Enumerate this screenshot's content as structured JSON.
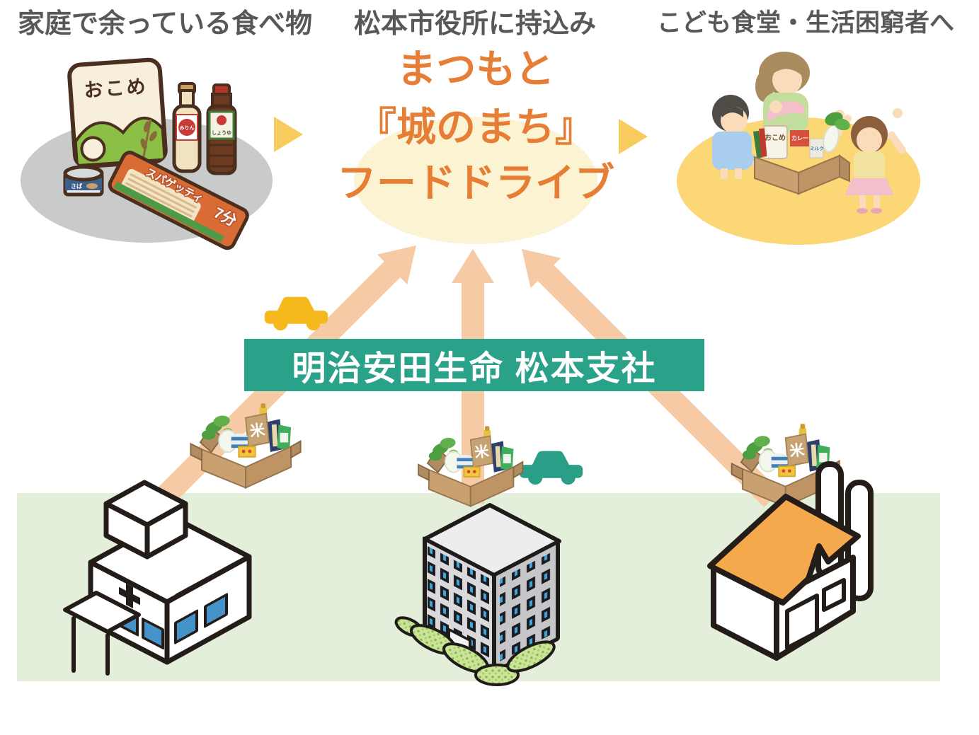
{
  "headings": {
    "left": "家庭で余っている食べ物",
    "center": "松本市役所に持込み",
    "right": "こども食堂・生活困窮者へ"
  },
  "title": {
    "line1": "まつもと",
    "line2": "『城のまち』",
    "line3": "フードドライブ"
  },
  "banner": {
    "label": "明治安田生命 松本支社"
  },
  "illustrations": {
    "left_foods": {
      "rice_bag": "おこめ",
      "mirin": "みりん",
      "soy_sauce": "しょうゆ",
      "canned_fish": "さば",
      "spaghetti": "スパゲッティ",
      "spaghetti_time": "7分"
    },
    "right_scene": {
      "rice_bag": "おこめ",
      "curry": "カレー",
      "milk": "ミルク"
    },
    "donation_box_mark": "米"
  },
  "colors": {
    "heading_text": "#595757",
    "title_text": "#E67E35",
    "banner_bg": "#2AA189",
    "banner_text": "#FFFFFF",
    "gray_ellipse": "#C9CACA",
    "cream_ellipse": "#FCF3D3",
    "yellow_ellipse": "#FBD776",
    "arrow_peach": "#F7CAA6",
    "arrow_yellow": "#F8CB5F",
    "ground_band": "#E3EFDA",
    "car_yellow": "#F5B91E",
    "car_teal": "#2B9E88",
    "factory_roof": "#F5A94D",
    "hospital_window_blue": "#4593C8"
  }
}
